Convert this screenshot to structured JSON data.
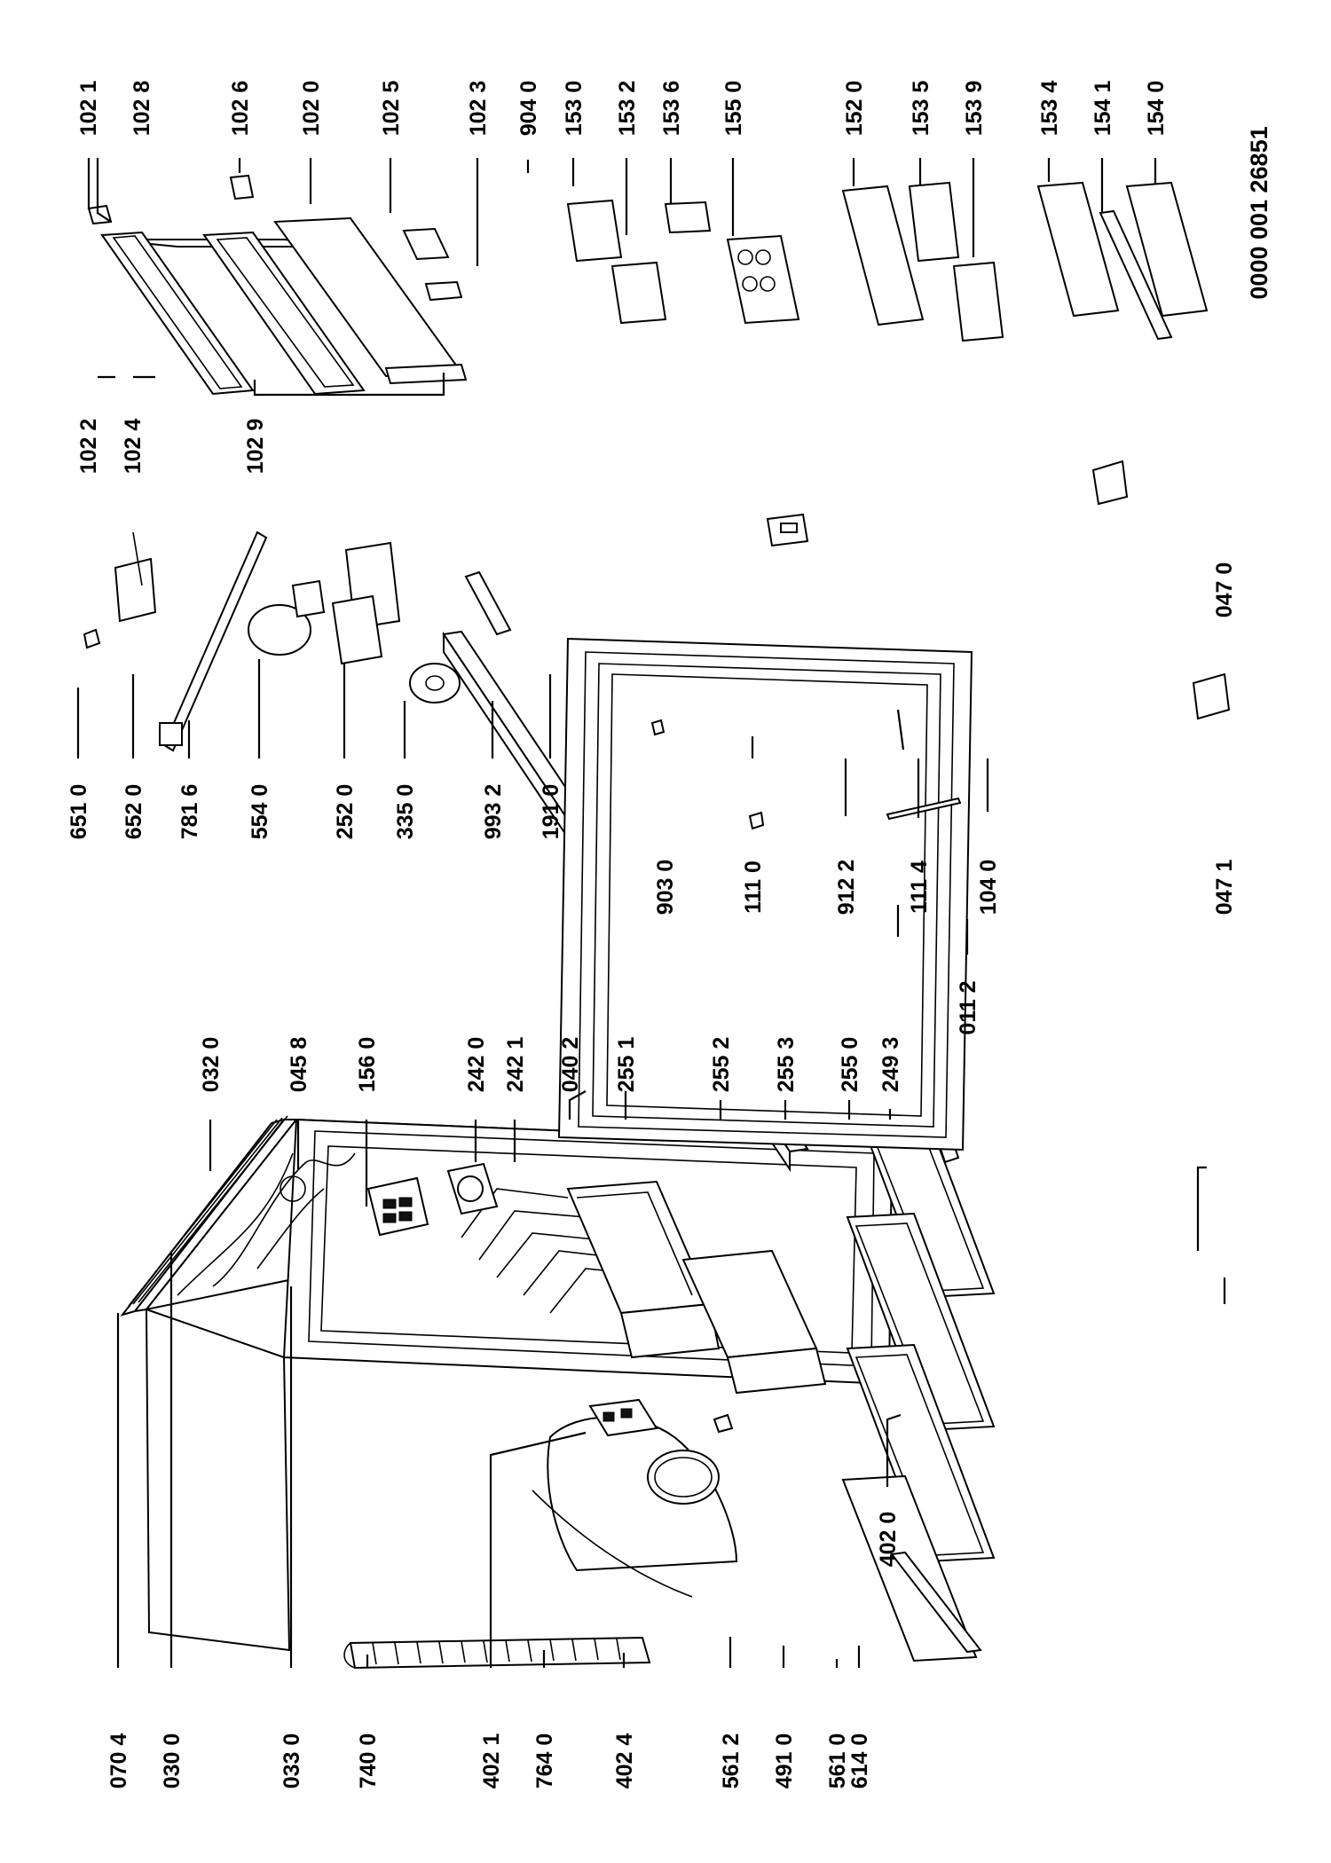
{
  "document_id": "0000 001 26851",
  "callouts": {
    "c0704": "070 4",
    "c0300": "030 0",
    "c0330": "033 0",
    "c7400": "740 0",
    "c4021": "402 1",
    "c7640": "764 0",
    "c4024": "402 4",
    "c5612": "561 2",
    "c4910": "491 0",
    "c5610": "561 0",
    "c6140": "614 0",
    "c4020": "402 0",
    "c0112": "011 2",
    "c0320": "032 0",
    "c0458": "045 8",
    "c1560": "156 0",
    "c2420": "242 0",
    "c2421": "242 1",
    "c0402": "040 2",
    "c2551": "255 1",
    "c2552": "255 2",
    "c2553": "255 3",
    "c2550": "255 0",
    "c2493": "249 3",
    "c6510": "651 0",
    "c6520": "652 0",
    "c7816": "781 6",
    "c5540": "554 0",
    "c2520": "252 0",
    "c3350": "335 0",
    "c9932": "993 2",
    "c1910": "191 0",
    "c9030": "903 0",
    "c1110": "111 0",
    "c9122": "912 2",
    "c1114": "111 4",
    "c1040": "104 0",
    "c0471": "047 1",
    "c0470": "047 0",
    "c1022": "102 2",
    "c1024": "102 4",
    "c1029": "102 9",
    "c1021": "102 1",
    "c1028": "102 8",
    "c1026": "102 6",
    "c1020": "102 0",
    "c1025": "102 5",
    "c1023": "102 3",
    "c9040": "904 0",
    "c1530": "153 0",
    "c1532": "153 2",
    "c1536": "153 6",
    "c1550": "155 0",
    "c1520": "152 0",
    "c1535": "153 5",
    "c1539": "153 9",
    "c1534": "153 4",
    "c1541": "154 1",
    "c1540": "154 0"
  }
}
